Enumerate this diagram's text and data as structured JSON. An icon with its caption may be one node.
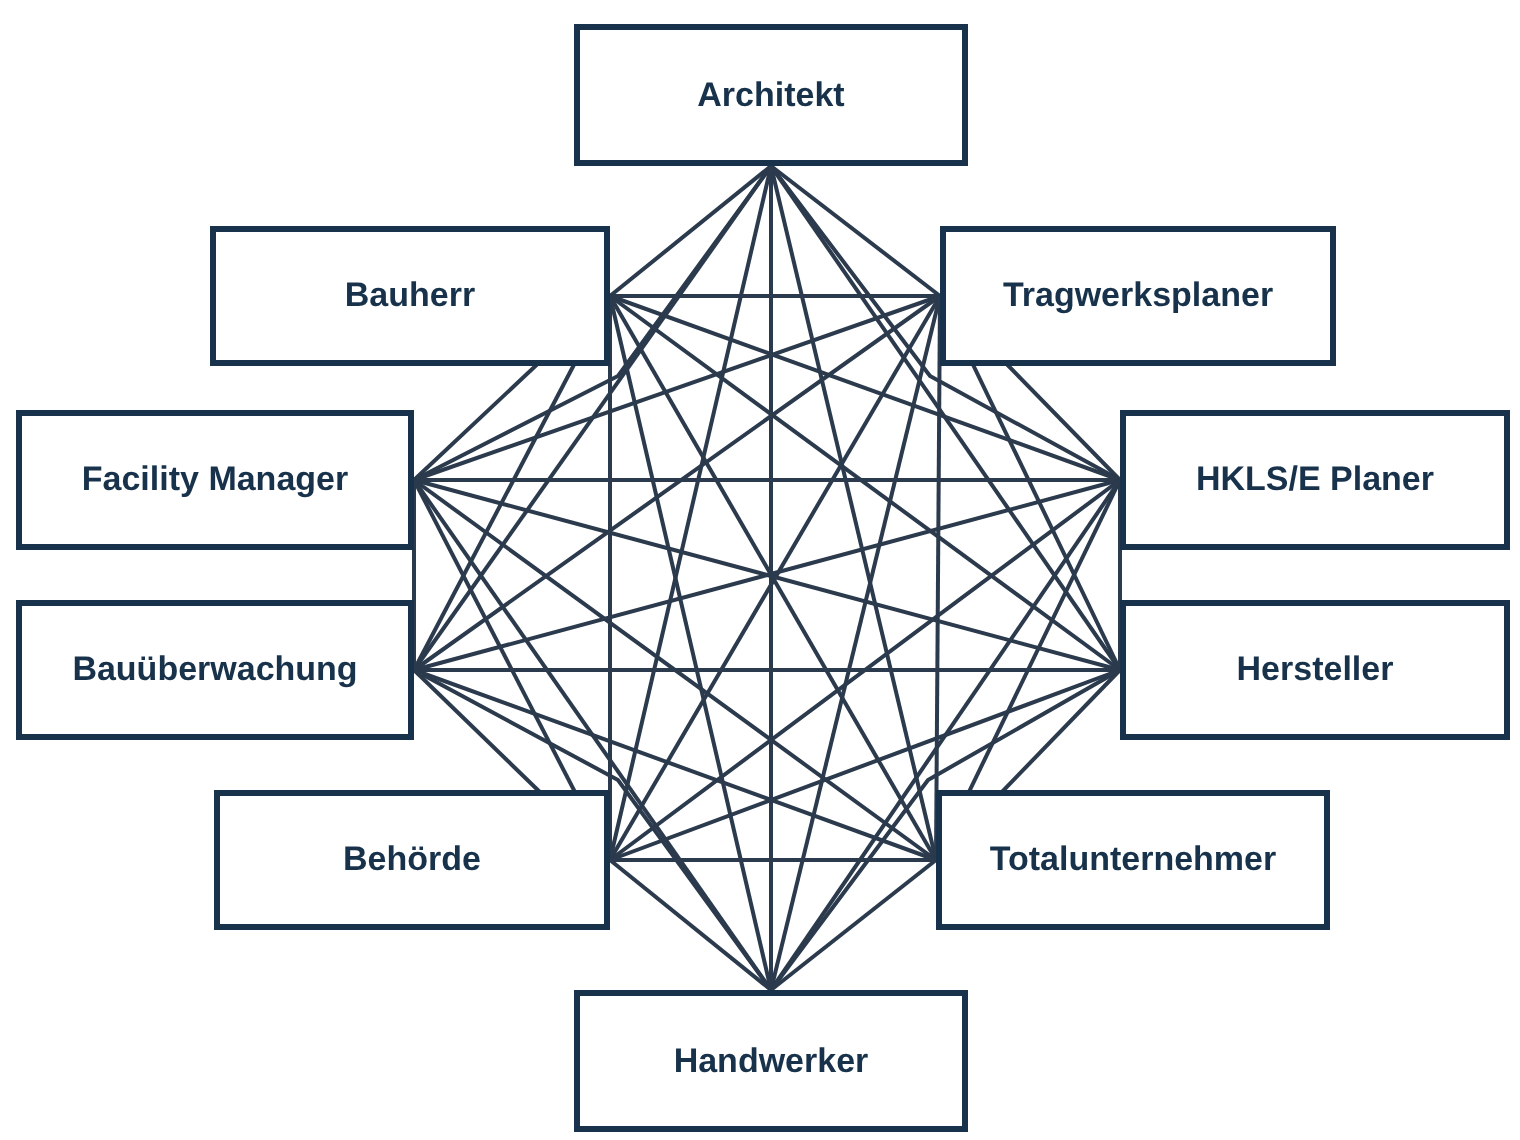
{
  "diagram": {
    "nodes": [
      {
        "text": [
          "Architekt"
        ]
      },
      {
        "text": [
          "Bauherr"
        ]
      },
      {
        "text": [
          "Tragwerksplaner"
        ]
      },
      {
        "text": [
          "Facility Manager"
        ]
      },
      {
        "text": [
          "HKLS/E Planer"
        ]
      },
      {
        "text": [
          "Bauüberwachung"
        ]
      },
      {
        "text": [
          "Hersteller"
        ]
      },
      {
        "text": [
          "Behörde"
        ]
      },
      {
        "text": [
          "Totalunternehmer"
        ]
      },
      {
        "text": [
          "Handwerker"
        ]
      }
    ],
    "edges": [
      {
        "from": 0,
        "to": 1,
        "arrow": "none"
      },
      {
        "from": 0,
        "to": 2,
        "arrow": "none"
      },
      {
        "from": 0,
        "to": 3,
        "arrow": "none"
      },
      {
        "from": 0,
        "to": 4,
        "arrow": "none"
      },
      {
        "from": 0,
        "to": 5,
        "arrow": "none"
      },
      {
        "from": 0,
        "to": 6,
        "arrow": "none"
      },
      {
        "from": 0,
        "to": 7,
        "arrow": "none"
      },
      {
        "from": 0,
        "to": 8,
        "arrow": "none"
      },
      {
        "from": 0,
        "to": 9,
        "arrow": "none"
      },
      {
        "from": 1,
        "to": 2,
        "arrow": "none"
      },
      {
        "from": 1,
        "to": 3,
        "arrow": "none"
      },
      {
        "from": 1,
        "to": 4,
        "arrow": "none"
      },
      {
        "from": 1,
        "to": 5,
        "arrow": "none"
      },
      {
        "from": 1,
        "to": 6,
        "arrow": "none"
      },
      {
        "from": 1,
        "to": 7,
        "arrow": "none"
      },
      {
        "from": 1,
        "to": 8,
        "arrow": "none"
      },
      {
        "from": 1,
        "to": 9,
        "arrow": "none"
      },
      {
        "from": 2,
        "to": 3,
        "arrow": "none"
      },
      {
        "from": 2,
        "to": 4,
        "arrow": "none"
      },
      {
        "from": 2,
        "to": 5,
        "arrow": "none"
      },
      {
        "from": 2,
        "to": 6,
        "arrow": "none"
      },
      {
        "from": 2,
        "to": 7,
        "arrow": "none"
      },
      {
        "from": 2,
        "to": 8,
        "arrow": "none"
      },
      {
        "from": 2,
        "to": 9,
        "arrow": "none"
      },
      {
        "from": 3,
        "to": 4,
        "arrow": "none"
      },
      {
        "from": 3,
        "to": 5,
        "arrow": "none"
      },
      {
        "from": 3,
        "to": 6,
        "arrow": "none"
      },
      {
        "from": 3,
        "to": 7,
        "arrow": "none"
      },
      {
        "from": 3,
        "to": 8,
        "arrow": "none"
      },
      {
        "from": 3,
        "to": 9,
        "arrow": "none"
      },
      {
        "from": 4,
        "to": 5,
        "arrow": "none"
      },
      {
        "from": 4,
        "to": 6,
        "arrow": "none"
      },
      {
        "from": 4,
        "to": 7,
        "arrow": "none"
      },
      {
        "from": 4,
        "to": 8,
        "arrow": "none"
      },
      {
        "from": 4,
        "to": 9,
        "arrow": "none"
      },
      {
        "from": 5,
        "to": 6,
        "arrow": "none"
      },
      {
        "from": 5,
        "to": 7,
        "arrow": "none"
      },
      {
        "from": 5,
        "to": 8,
        "arrow": "none"
      },
      {
        "from": 5,
        "to": 9,
        "arrow": "none"
      },
      {
        "from": 6,
        "to": 7,
        "arrow": "none"
      },
      {
        "from": 6,
        "to": 8,
        "arrow": "none"
      },
      {
        "from": 6,
        "to": 9,
        "arrow": "none"
      },
      {
        "from": 7,
        "to": 8,
        "arrow": "none"
      },
      {
        "from": 7,
        "to": 9,
        "arrow": "none"
      },
      {
        "from": 8,
        "to": 9,
        "arrow": "none"
      }
    ]
  }
}
